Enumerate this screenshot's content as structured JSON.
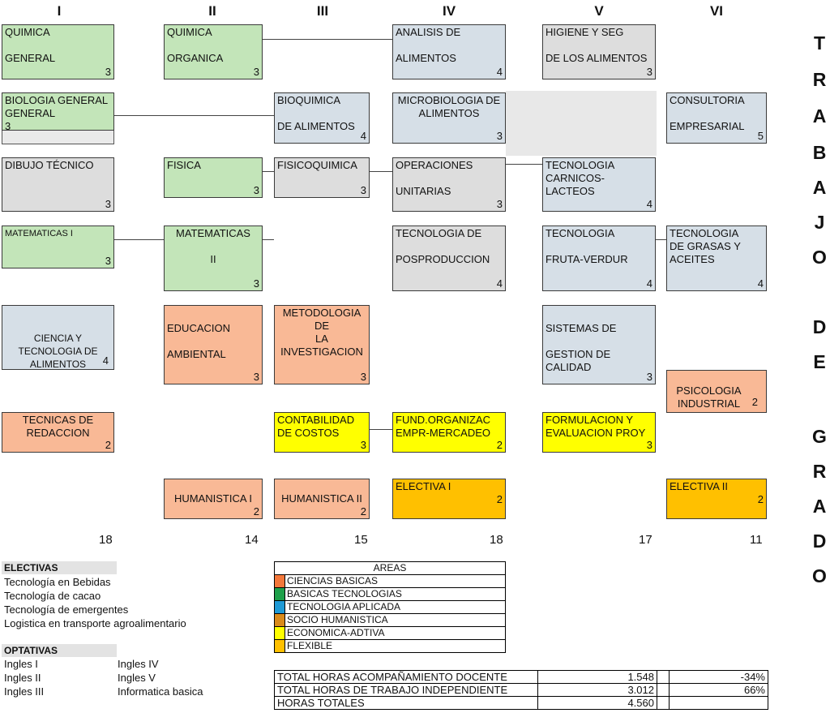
{
  "semesters": [
    "I",
    "II",
    "III",
    "IV",
    "V",
    "VI"
  ],
  "courses": [
    {
      "name": "QUIMICA\n\nGENERAL",
      "credits": "3",
      "color": "green"
    },
    {
      "name": "BIOLOGIA GENERAL\nGENERAL\n3",
      "credits": "",
      "color": "green"
    },
    {
      "name": "DIBUJO TÉCNICO",
      "credits": "3",
      "color": "grey"
    },
    {
      "name": "MATEMATICAS I",
      "credits": "3",
      "color": "green"
    },
    {
      "name": "CIENCIA Y\nTECNOLOGIA DE\nALIMENTOS",
      "credits": "4",
      "color": "blue"
    },
    {
      "name": "TECNICAS DE\nREDACCION",
      "credits": "2",
      "color": "orange"
    },
    {
      "name": "QUIMICA\n\nORGANICA",
      "credits": "3",
      "color": "green"
    },
    {
      "name": "FISICA",
      "credits": "3",
      "color": "green"
    },
    {
      "name": "MATEMATICAS\n\nII",
      "credits": "3",
      "color": "green"
    },
    {
      "name": "EDUCACION\n\nAMBIENTAL",
      "credits": "3",
      "color": "orange"
    },
    {
      "name": "HUMANISTICA I",
      "credits": "2",
      "color": "orange"
    },
    {
      "name": "BIOQUIMICA\n\nDE ALIMENTOS",
      "credits": "4",
      "color": "blue"
    },
    {
      "name": "FISICOQUIMICA",
      "credits": "3",
      "color": "grey"
    },
    {
      "name": "METODOLOGIA\nDE\nLA\nINVESTIGACION",
      "credits": "3",
      "color": "orange"
    },
    {
      "name": "CONTABILIDAD\nDE COSTOS",
      "credits": "3",
      "color": "yellow"
    },
    {
      "name": "HUMANISTICA II",
      "credits": "2",
      "color": "orange"
    },
    {
      "name": "ANALISIS  DE\n\nALIMENTOS",
      "credits": "4",
      "color": "blue"
    },
    {
      "name": "MICROBIOLOGIA DE\nALIMENTOS",
      "credits": "3",
      "color": "blue"
    },
    {
      "name": "OPERACIONES\n\nUNITARIAS",
      "credits": "3",
      "color": "grey"
    },
    {
      "name": "TECNOLOGIA DE\n\nPOSPRODUCCION",
      "credits": "4",
      "color": "grey"
    },
    {
      "name": "FUND.ORGANIZAC\nEMPR-MERCADEO",
      "credits": "2",
      "color": "yellow"
    },
    {
      "name": "ELECTIVA I",
      "credits": "2",
      "color": "gold"
    },
    {
      "name": "HIGIENE Y SEG\n\nDE LOS ALIMENTOS",
      "credits": "3",
      "color": "grey"
    },
    {
      "name": "TECNOLOGIA\nCARNICOS-\nLACTEOS",
      "credits": "4",
      "color": "blue"
    },
    {
      "name": "TECNOLOGIA\n\nFRUTA-VERDUR",
      "credits": "4",
      "color": "blue"
    },
    {
      "name": "SISTEMAS DE\n\nGESTION DE\nCALIDAD",
      "credits": "3",
      "color": "blue"
    },
    {
      "name": "FORMULACION Y\nEVALUACION PROY",
      "credits": "3",
      "color": "yellow"
    },
    {
      "name": "CONSULTORIA\n\nEMPRESARIAL",
      "credits": "5",
      "color": "blue"
    },
    {
      "name": "TECNOLOGIA\nDE GRASAS  Y\nACEITES",
      "credits": "4",
      "color": "blue"
    },
    {
      "name": "PSICOLOGIA\nINDUSTRIAL",
      "credits": "2",
      "color": "orange"
    },
    {
      "name": "ELECTIVA II",
      "credits": "2",
      "color": "gold"
    }
  ],
  "semester_totals": [
    "18",
    "14",
    "15",
    "18",
    "17",
    "11"
  ],
  "trabajo_de_grado": [
    "T",
    "R",
    "A",
    "B",
    "A",
    "J",
    "O",
    "D",
    "E",
    "G",
    "R",
    "A",
    "D",
    "O"
  ],
  "electivas": {
    "title": "ELECTIVAS",
    "items": [
      "Tecnología en Bebidas",
      "Tecnología de cacao",
      "Tecnología de emergentes",
      "Logistica en transporte agroalimentario"
    ]
  },
  "optativas": {
    "title": "OPTATIVAS",
    "col1": [
      "Ingles I",
      "Ingles II",
      "Ingles III"
    ],
    "col2": [
      "Ingles IV",
      "Ingles V",
      "Informatica basica"
    ]
  },
  "areas": {
    "title": "AREAS",
    "items": [
      {
        "label": "CIENCIAS BASICAS",
        "color": "#f4773a"
      },
      {
        "label": "BASICAS TECNOLOGIAS",
        "color": "#1ea04a"
      },
      {
        "label": "TECNOLOGIA APLICADA",
        "color": "#1e9ad6"
      },
      {
        "label": "SOCIO HUMANISTICA",
        "color": "#d98a1a"
      },
      {
        "label": "ECONOMICA-ADTIVA",
        "color": "#ffff00"
      },
      {
        "label": "FLEXIBLE",
        "color": "#ffc000"
      }
    ]
  },
  "totals": [
    {
      "label": "TOTAL HORAS ACOMPAÑAMIENTO DOCENTE",
      "value": "1.548",
      "pct": "-34%"
    },
    {
      "label": "TOTAL HORAS DE TRABAJO INDEPENDIENTE",
      "value": "3.012",
      "pct": "66%"
    },
    {
      "label": "HORAS TOTALES",
      "value": "4.560",
      "pct": ""
    }
  ]
}
